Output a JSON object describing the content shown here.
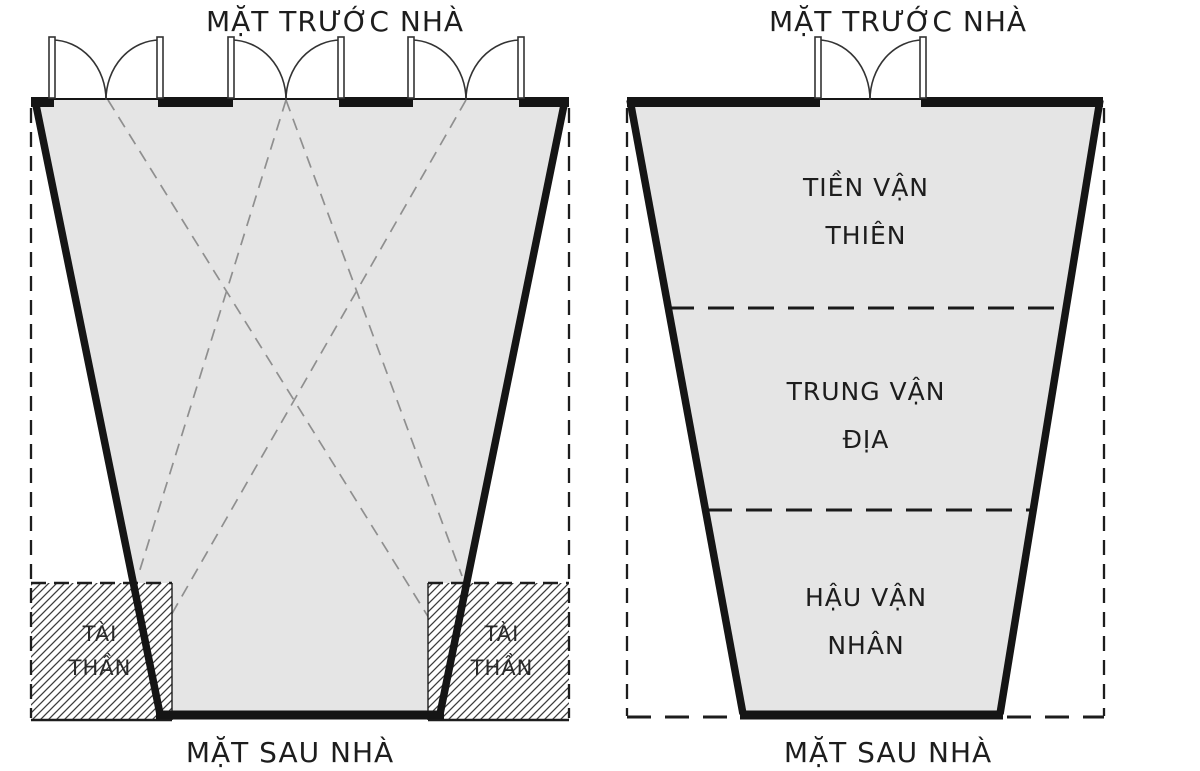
{
  "left_diagram": {
    "front_label": "MẶT TRƯỚC NHÀ",
    "back_label": "MẶT SAU NHÀ",
    "corner_left": {
      "line1": "TÀI",
      "line2": "THẦN"
    },
    "corner_right": {
      "line1": "TÀI",
      "line2": "THẦN"
    }
  },
  "right_diagram": {
    "front_label": "MẶT TRƯỚC NHÀ",
    "back_label": "MẶT SAU NHÀ",
    "sections": [
      {
        "line1": "TIỀN VẬN",
        "line2": "THIÊN"
      },
      {
        "line1": "TRUNG VẬN",
        "line2": "ĐỊA"
      },
      {
        "line1": "HẬU VẬN",
        "line2": "NHÂN"
      }
    ]
  },
  "colors": {
    "interior_fill": "#e5e5e5",
    "outline": "#151515",
    "dashed_guides": "#8f8f8f",
    "hatch_lines": "#3c3c3c",
    "background": "#ffffff"
  }
}
